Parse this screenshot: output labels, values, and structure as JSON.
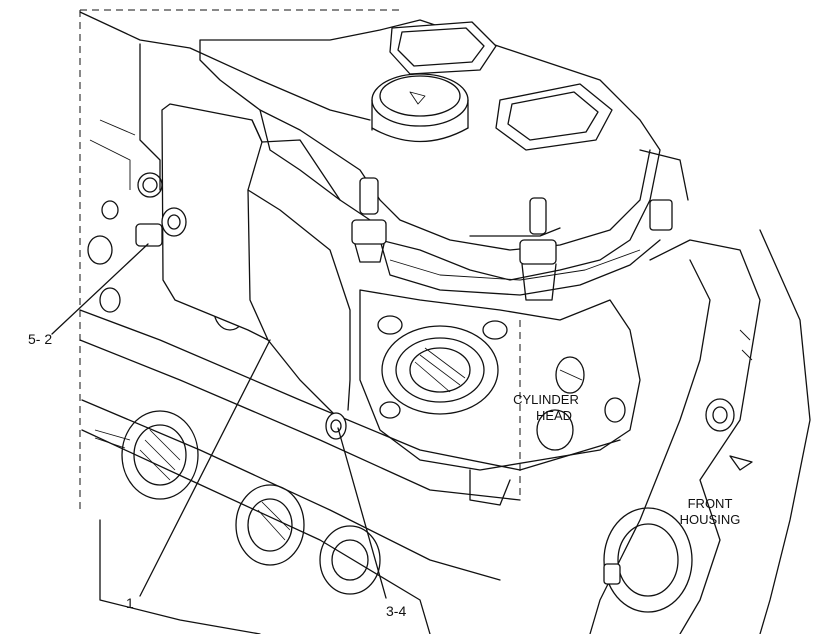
{
  "labels": {
    "cylinder_head_line1": "CYLINDER",
    "cylinder_head_line2": "HEAD",
    "front_housing_line1": "FRONT",
    "front_housing_line2": "HOUSING"
  },
  "callouts": {
    "item_5_2": "5- 2",
    "item_1": "1",
    "item_3_4": "3-4"
  }
}
